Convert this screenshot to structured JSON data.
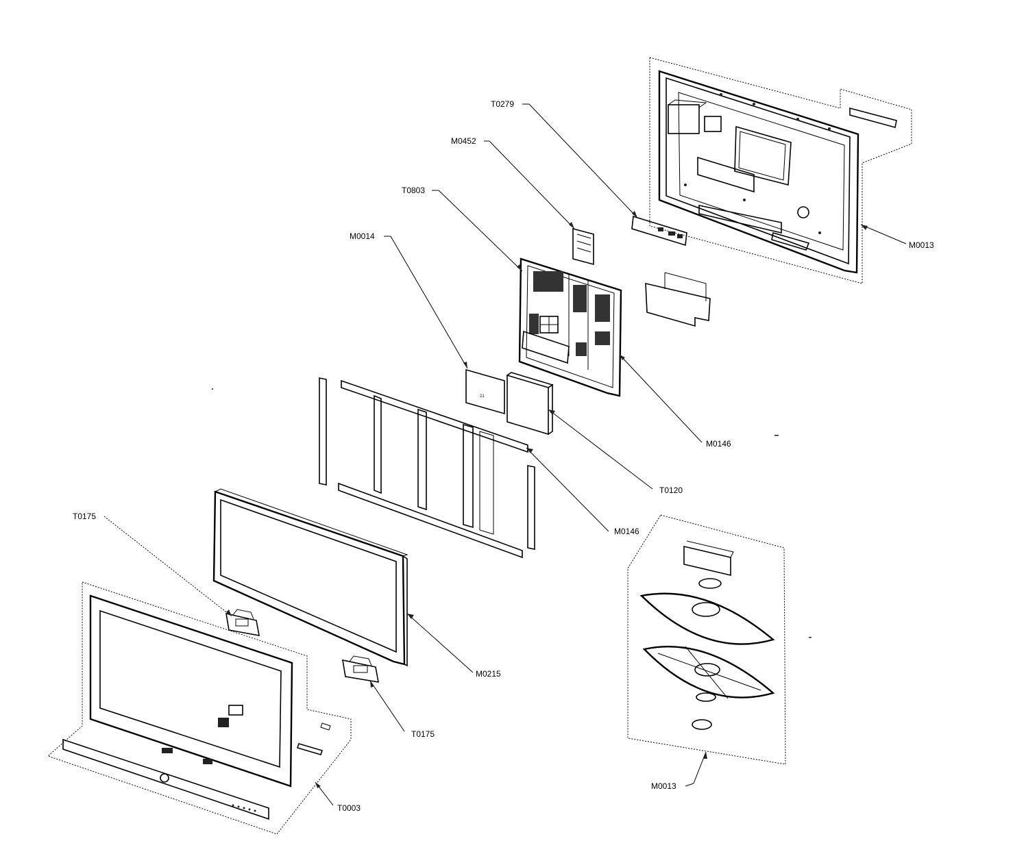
{
  "callouts": [
    {
      "id": "t0279",
      "label": "T0279"
    },
    {
      "id": "m0452",
      "label": "M0452"
    },
    {
      "id": "t0803",
      "label": "T0803"
    },
    {
      "id": "m0014",
      "label": "M0014"
    },
    {
      "id": "m0013-top",
      "label": "M0013"
    },
    {
      "id": "m0146-right",
      "label": "M0146"
    },
    {
      "id": "t0120",
      "label": "T0120"
    },
    {
      "id": "m0146-mid",
      "label": "M0146"
    },
    {
      "id": "t0175-left",
      "label": "T0175"
    },
    {
      "id": "m0215",
      "label": "M0215"
    },
    {
      "id": "t0175-bottom",
      "label": "T0175"
    },
    {
      "id": "t0003",
      "label": "T0003"
    },
    {
      "id": "m0013-bottom",
      "label": "M0013"
    }
  ]
}
